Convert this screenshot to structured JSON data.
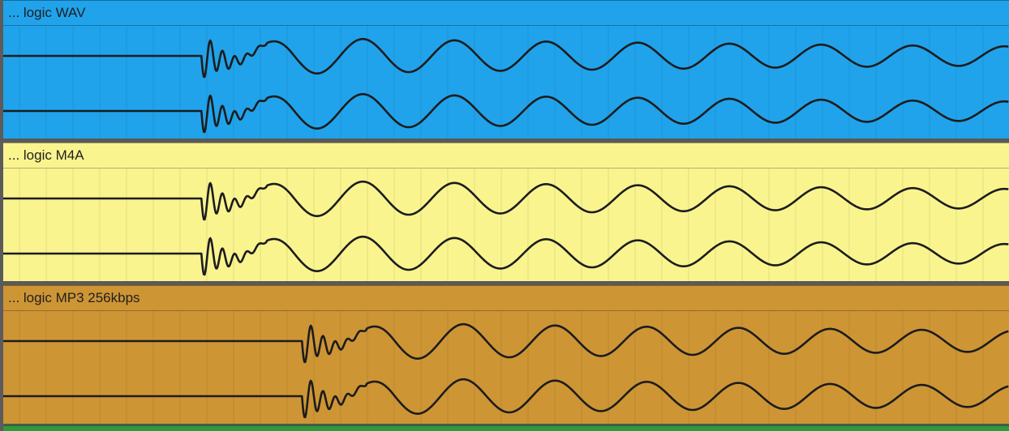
{
  "regions": [
    {
      "title": "... logic WAV",
      "color": "#20A3EB",
      "wave_color": "#1c1c1c",
      "onset": 0.197,
      "channels": 2
    },
    {
      "title": "... logic M4A",
      "color": "#FAF48F",
      "wave_color": "#1c1c1c",
      "onset": 0.197,
      "channels": 2
    },
    {
      "title": "... logic MP3 256kbps",
      "color": "#CE9535",
      "wave_color": "#1c1c1c",
      "onset": 0.297,
      "channels": 2
    }
  ],
  "bottom_track_color": "#2F9A3A"
}
